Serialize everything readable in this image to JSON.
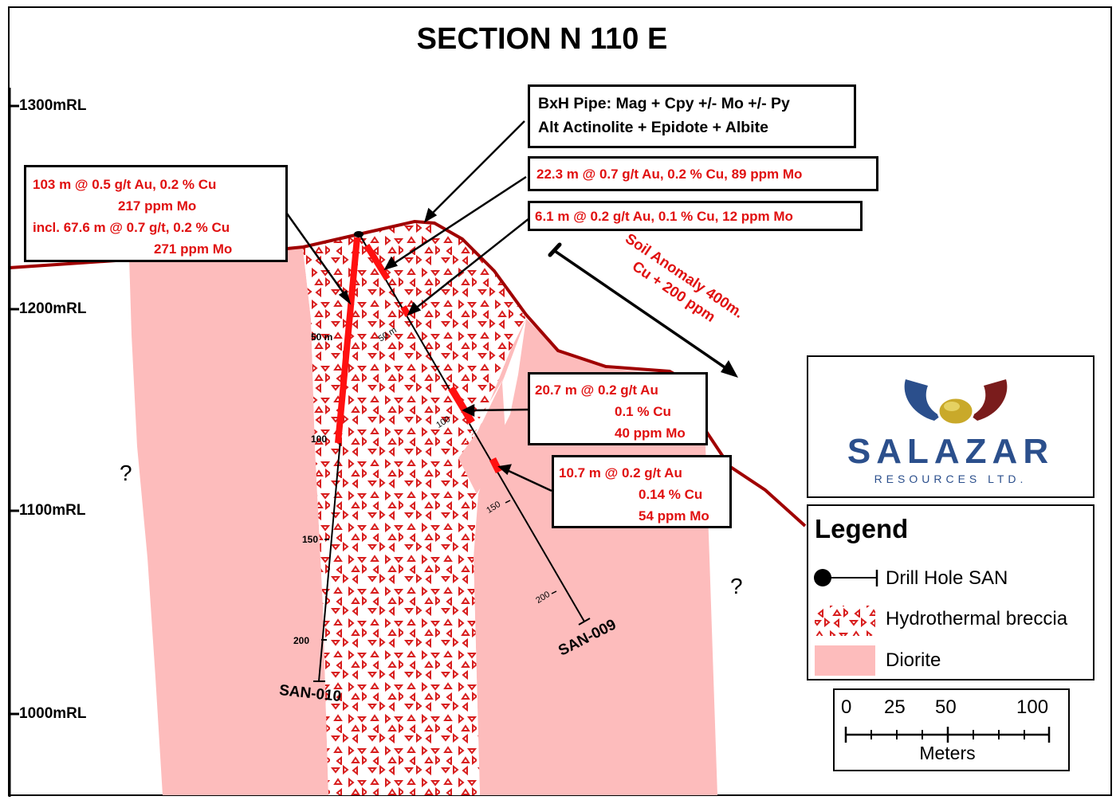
{
  "title": "SECTION N 110 E",
  "elevation_axis": {
    "ticks": [
      {
        "label": "1300mRL",
        "value": 1300
      },
      {
        "label": "1200mRL",
        "value": 1200
      },
      {
        "label": "1100mRL",
        "value": 1100
      },
      {
        "label": "1000mRL",
        "value": 1000
      }
    ]
  },
  "callouts": {
    "san010_intercept": {
      "lines": [
        "103 m @ 0.5 g/t Au, 0.2 % Cu",
        "217 ppm Mo",
        "incl. 67.6 m @ 0.7 g/t, 0.2 % Cu",
        "271 ppm Mo"
      ]
    },
    "bxh_pipe": {
      "lines": [
        "BxH Pipe: Mag + Cpy +/- Mo +/- Py",
        "Alt Actinolite + Epidote + Albite"
      ]
    },
    "san009_intercept_1": {
      "lines": [
        "22.3 m @ 0.7 g/t Au, 0.2 % Cu, 89 ppm Mo"
      ]
    },
    "san009_intercept_2": {
      "lines": [
        "6.1 m @ 0.2 g/t Au, 0.1 % Cu, 12 ppm Mo"
      ]
    },
    "san009_intercept_3": {
      "lines": [
        "20.7 m @ 0.2 g/t Au",
        "0.1 % Cu",
        "40 ppm Mo"
      ]
    },
    "san009_intercept_4": {
      "lines": [
        "10.7 m @ 0.2 g/t Au",
        "0.14 % Cu",
        "54 ppm Mo"
      ]
    }
  },
  "soil_anomaly": {
    "line1": "Soil Anomaly 400m.",
    "line2": "Cu + 200 ppm"
  },
  "drill_holes": [
    {
      "name": "SAN-010",
      "depth_labels": [
        "50 m",
        "100",
        "150",
        "200"
      ]
    },
    {
      "name": "SAN-009",
      "depth_labels": [
        "50 m",
        "100",
        "150",
        "200"
      ]
    }
  ],
  "unknown_markers": [
    "?",
    "?"
  ],
  "logo": {
    "name": "SALAZAR",
    "subtitle": "RESOURCES LTD."
  },
  "legend": {
    "title": "Legend",
    "items": [
      {
        "label": "Drill Hole SAN",
        "symbol": "drill-hole"
      },
      {
        "label": "Hydrothermal breccia",
        "symbol": "breccia-pattern"
      },
      {
        "label": "Diorite",
        "symbol": "diorite-fill"
      }
    ]
  },
  "scale_bar": {
    "ticks": [
      "0",
      "25",
      "50",
      "100"
    ],
    "unit": "Meters"
  },
  "colors": {
    "diorite": "#fdbcbc",
    "breccia_symbol": "#d81e1e",
    "topography": "#a00000",
    "intercept": "#ff1010",
    "callout_text": "#e01010",
    "logo_blue": "#2b4f8c",
    "logo_red": "#7a1c1c",
    "logo_gold": "#c9a92a"
  }
}
